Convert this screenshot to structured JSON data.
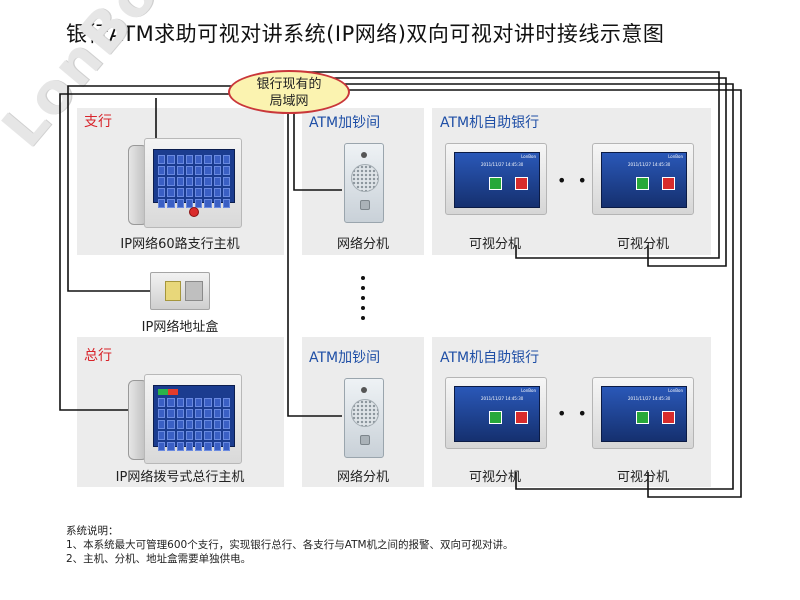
{
  "title": "银行ATM求助可视对讲系统(IP网络)双向可视对讲时接线示意图",
  "watermark": "LonBon",
  "network_label_line1": "银行现有的",
  "network_label_line2": "局域网",
  "branch": {
    "region_label": "支行",
    "host_caption": "IP网络60路支行主机",
    "section1_title": "ATM加钞间",
    "section2_title": "ATM机自助银行",
    "intercom_caption": "网络分机",
    "monitor_caption_1": "可视分机",
    "monitor_caption_2": "可视分机"
  },
  "address_box_caption": "IP网络地址盒",
  "head_office": {
    "region_label": "总行",
    "host_caption": "IP网络拨号式总行主机",
    "section1_title": "ATM加钞间",
    "section2_title": "ATM机自助银行",
    "intercom_caption": "网络分机",
    "monitor_caption_1": "可视分机",
    "monitor_caption_2": "可视分机"
  },
  "ellipsis": "• • •",
  "notes": {
    "heading": "系统说明：",
    "line1": "1、本系统最大可管理600个支行，实现银行总行、各支行与ATM机之间的报警、双向可视对讲。",
    "line2": "2、主机、分机、地址盒需要单独供电。"
  },
  "screen_text": {
    "brand": "LonBon",
    "datetime": "2011/11/27 14:45:30"
  },
  "colors": {
    "region_label": "#d8232a",
    "section_label": "#1f4fa6",
    "wire": "#111111",
    "cloud_fill": "#fbf3b0",
    "cloud_border": "#c9373a"
  }
}
